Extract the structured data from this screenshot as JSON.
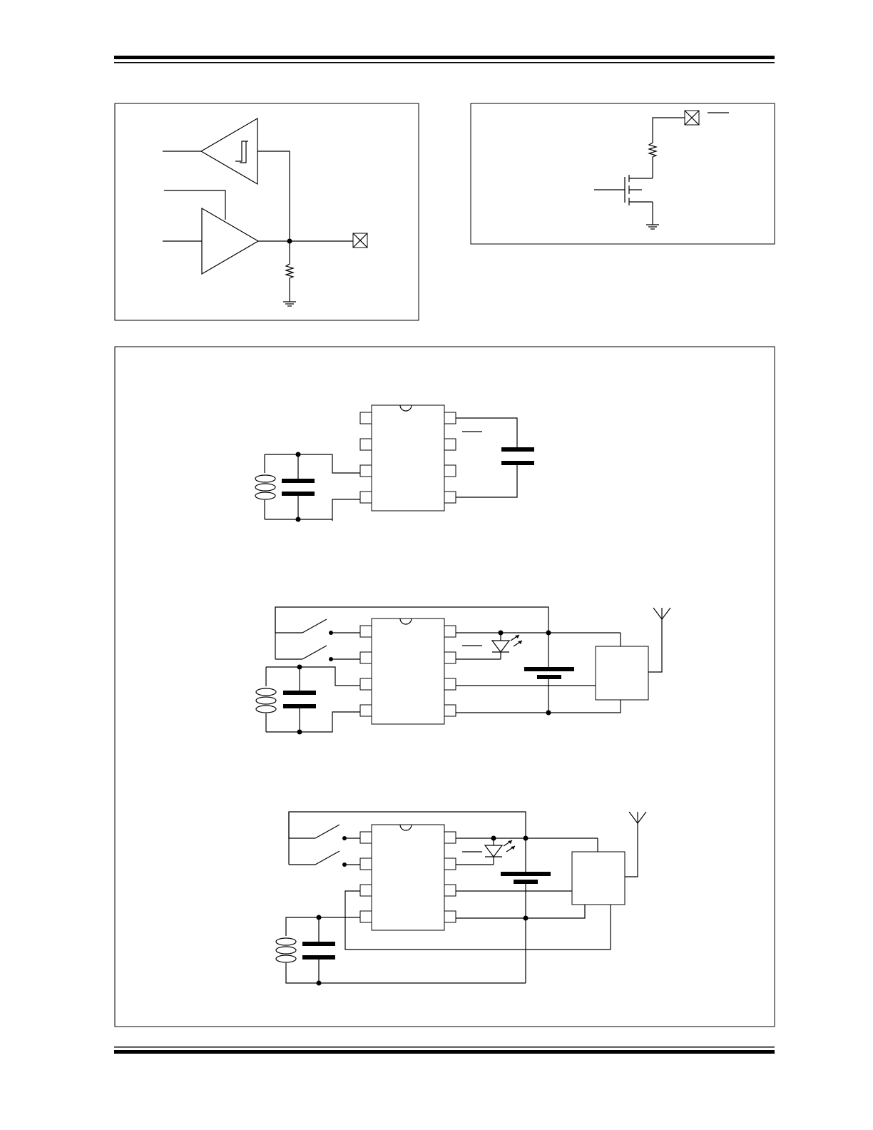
{
  "page": {
    "background": "#ffffff",
    "ink": "#000000"
  },
  "figures": [
    {
      "id": "io-pin-input-output-structure"
    },
    {
      "id": "open-drain-output-structure"
    },
    {
      "id": "typical-application-circuits"
    }
  ],
  "icons": [
    "resistor-icon",
    "ground-icon",
    "schmitt-buffer-icon",
    "amplifier-icon",
    "mosfet-icon",
    "pad-x-icon",
    "capacitor-icon",
    "coil-icon",
    "switch-icon",
    "led-icon",
    "battery-icon",
    "antenna-icon",
    "ic-package-icon"
  ]
}
